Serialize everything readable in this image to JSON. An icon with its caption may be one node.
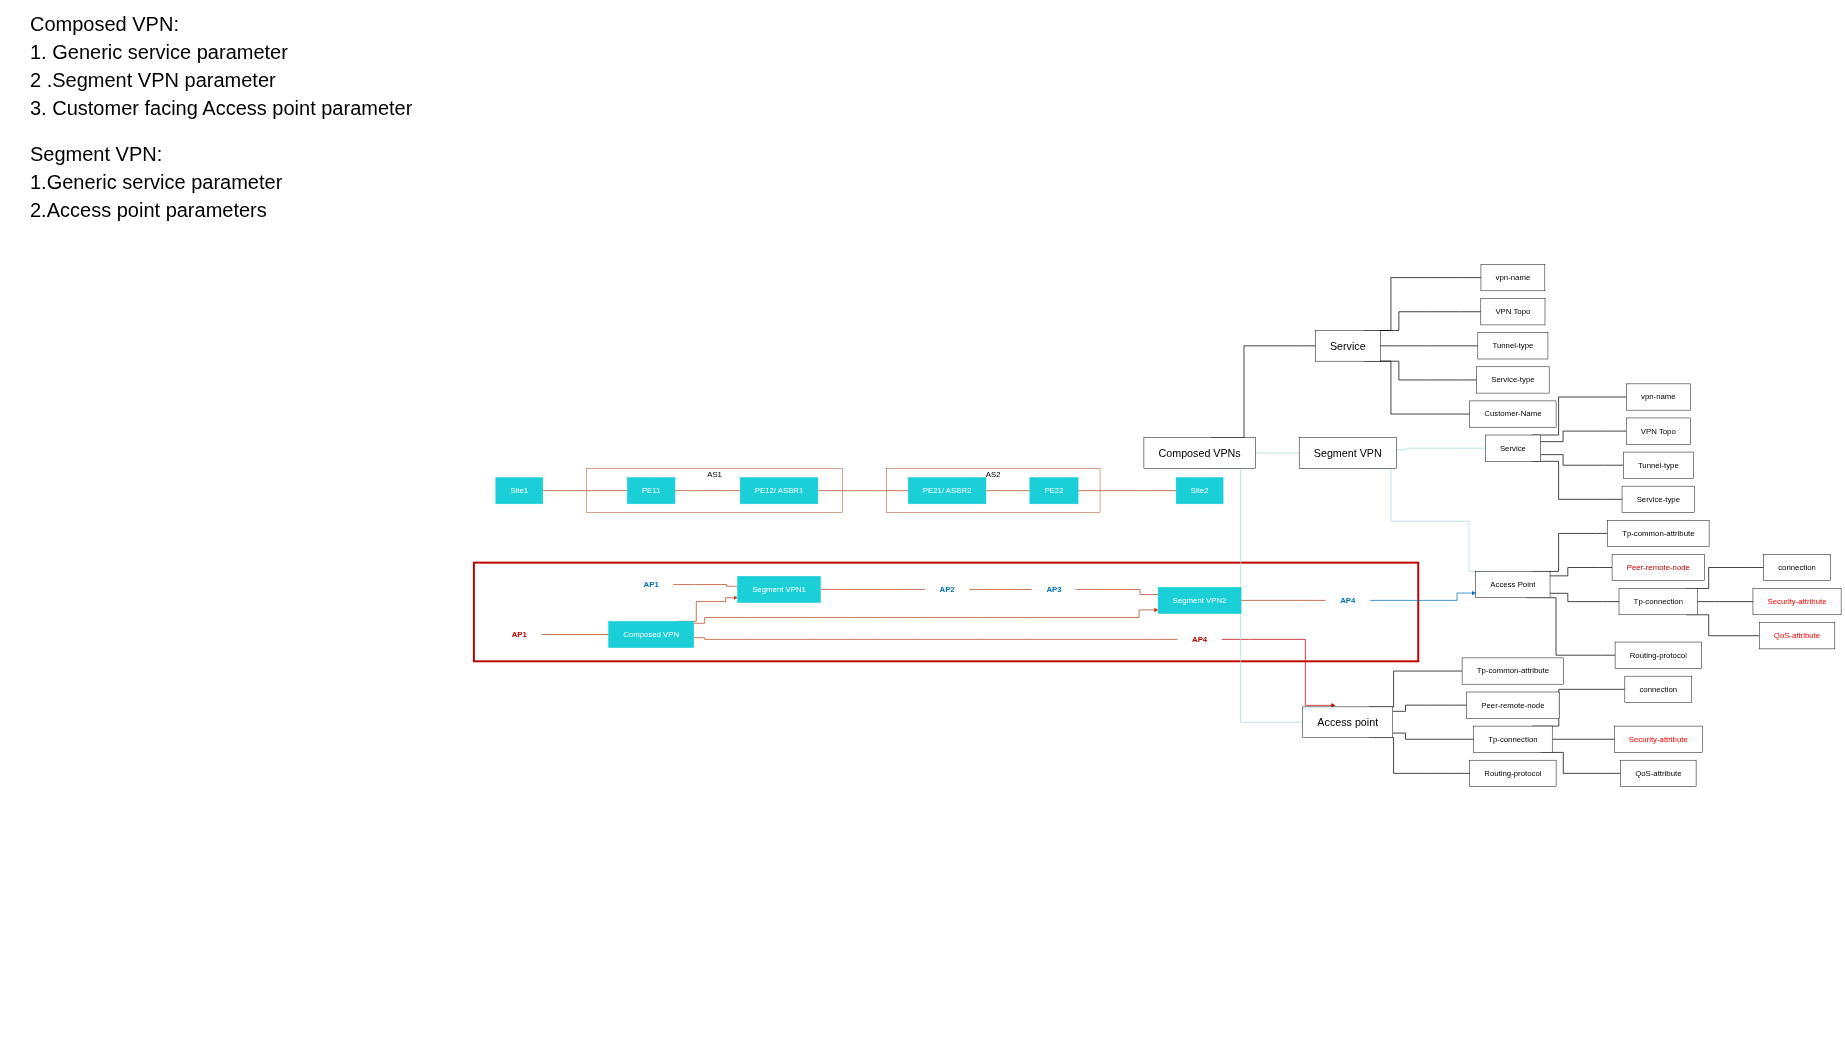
{
  "diagram": {
    "nodes": [
      {
        "text": [],
        "shape": "box"
      },
      {
        "text": [
          "AP1"
        ],
        "in": 0
      },
      {
        "text": [
          "Composed VPN"
        ],
        "in": 0
      },
      {
        "text": [
          "AP4"
        ],
        "in": 0
      },
      {
        "text": [
          "AP1"
        ],
        "in": 0
      },
      {
        "text": [
          "Segment VPN1"
        ],
        "in": 0
      },
      {
        "text": [
          "Segment VPN2"
        ],
        "in": 0
      },
      {
        "text": [
          "AP4"
        ],
        "in": 0
      },
      {
        "text": [
          "Site1"
        ]
      },
      {
        "text": [
          "AS1"
        ]
      },
      {
        "text": [
          "PE11"
        ],
        "in": 9
      },
      {
        "text": [
          "PE12/ ASBR1"
        ],
        "in": 9
      },
      {
        "text": [
          "AS2"
        ]
      },
      {
        "text": [
          "PE21/ ASBR2"
        ],
        "in": 12
      },
      {
        "text": [
          "PE22"
        ],
        "in": 12
      },
      {
        "text": [
          "Site2"
        ]
      },
      {
        "text": [
          "Composed VPNs"
        ]
      },
      {
        "text": [
          "Service"
        ]
      },
      {
        "text": [
          "vpn-name"
        ]
      },
      {
        "text": [
          "VPN Topo"
        ]
      },
      {
        "text": [
          "Tunnel-type"
        ]
      },
      {
        "text": [
          "Service-type"
        ]
      },
      {
        "text": [
          "Customer-Name"
        ]
      },
      {
        "text": [
          "Segment VPN"
        ]
      },
      {
        "text": [
          "Service"
        ]
      },
      {
        "text": [
          "vpn-name"
        ]
      },
      {
        "text": [
          "VPN Topo"
        ]
      },
      {
        "text": [
          "Tunnel-type"
        ]
      },
      {
        "text": [
          "Service-type"
        ]
      },
      {
        "text": [
          "Access Point"
        ]
      },
      {
        "text": [
          "Tp-common-attribute"
        ]
      },
      {
        "text": [
          "Peer-remote-node"
        ]
      },
      {
        "text": [
          "Tp-connection"
        ]
      },
      {
        "text": [
          "Routing-protocol"
        ]
      },
      {
        "text": [
          "connection"
        ]
      },
      {
        "text": [
          "Security-attribute"
        ]
      },
      {
        "text": [
          "QoS-attribute"
        ]
      },
      {
        "text": [
          "Access point"
        ]
      },
      {
        "text": [
          "Tp-common-attribute"
        ]
      },
      {
        "text": [
          "Peer-remote-node"
        ]
      },
      {
        "text": [
          "Tp-connection"
        ]
      },
      {
        "text": [
          "Routing-protocol"
        ]
      },
      {
        "text": [
          "connection"
        ]
      },
      {
        "text": [
          "Security-attribute"
        ]
      },
      {
        "text": [
          "QoS-attribute"
        ]
      },
      {
        "text": [
          "AP2"
        ],
        "in": 0
      },
      {
        "text": [
          "AP3"
        ],
        "in": 0
      }
    ],
    "edges": [
      {
        "from": 1,
        "to": 2,
        "arrow": "none",
        "color": "#b5441b"
      },
      {
        "from": 2,
        "to": 3,
        "arrow": "none",
        "color": "#b5441b"
      },
      {
        "from": 2,
        "to": 5,
        "arrow": "to",
        "color": "#b5441b"
      },
      {
        "from": 2,
        "to": 6,
        "arrow": "to",
        "color": "#b5441b"
      },
      {
        "from": 4,
        "to": 5,
        "arrow": "none",
        "color": "#b5441b"
      },
      {
        "from": 5,
        "to": 45,
        "arrow": "none",
        "color": "#b5441b"
      },
      {
        "from": 45,
        "to": 46,
        "arrow": "none",
        "color": "#b5441b"
      },
      {
        "from": 46,
        "to": 6,
        "arrow": "none",
        "color": "#b5441b"
      },
      {
        "from": 6,
        "to": 7,
        "arrow": "none",
        "color": "#b5441b"
      },
      {
        "from": 8,
        "to": 10,
        "arrow": "none",
        "color": "#b5441b"
      },
      {
        "from": 10,
        "to": 11,
        "arrow": "none",
        "color": "#b5441b"
      },
      {
        "from": 11,
        "to": 13,
        "arrow": "none",
        "color": "#b5441b"
      },
      {
        "from": 13,
        "to": 14,
        "arrow": "none",
        "color": "#b5441b"
      },
      {
        "from": 14,
        "to": 15,
        "arrow": "none",
        "color": "#b5441b"
      },
      {
        "from": 3,
        "to": 37,
        "arrow": "to",
        "color": "#c00000"
      },
      {
        "from": 7,
        "to": 29,
        "arrow": "to",
        "color": "#0070c0"
      },
      {
        "from": 16,
        "to": 17,
        "arrow": "none"
      },
      {
        "from": 16,
        "to": 23,
        "arrow": "none",
        "color": "#a9d8e0"
      },
      {
        "from": 16,
        "to": 37,
        "arrow": "none",
        "color": "#a9d8e0"
      },
      {
        "from": 17,
        "to": 18,
        "arrow": "none"
      },
      {
        "from": 17,
        "to": 19,
        "arrow": "none"
      },
      {
        "from": 17,
        "to": 20,
        "arrow": "none"
      },
      {
        "from": 17,
        "to": 21,
        "arrow": "none"
      },
      {
        "from": 17,
        "to": 22,
        "arrow": "none"
      },
      {
        "from": 23,
        "to": 24,
        "arrow": "none",
        "color": "#a9d8e0"
      },
      {
        "from": 23,
        "to": 29,
        "arrow": "none",
        "color": "#a9d8e0"
      },
      {
        "from": 24,
        "to": 25,
        "arrow": "none"
      },
      {
        "from": 24,
        "to": 26,
        "arrow": "none"
      },
      {
        "from": 24,
        "to": 27,
        "arrow": "none"
      },
      {
        "from": 24,
        "to": 28,
        "arrow": "none"
      },
      {
        "from": 29,
        "to": 30,
        "arrow": "none"
      },
      {
        "from": 29,
        "to": 31,
        "arrow": "none"
      },
      {
        "from": 29,
        "to": 32,
        "arrow": "none"
      },
      {
        "from": 29,
        "to": 33,
        "arrow": "none"
      },
      {
        "from": 32,
        "to": 34,
        "arrow": "none"
      },
      {
        "from": 32,
        "to": 35,
        "arrow": "none"
      },
      {
        "from": 32,
        "to": 36,
        "arrow": "none"
      },
      {
        "from": 37,
        "to": 38,
        "arrow": "none"
      },
      {
        "from": 37,
        "to": 39,
        "arrow": "none"
      },
      {
        "from": 37,
        "to": 40,
        "arrow": "none"
      },
      {
        "from": 37,
        "to": 41,
        "arrow": "none"
      },
      {
        "from": 40,
        "to": 42,
        "arrow": "none"
      },
      {
        "from": 40,
        "to": 43,
        "arrow": "none"
      },
      {
        "from": 40,
        "to": 44,
        "arrow": "none"
      }
    ],
    "labels": [
      "Composed VPN:",
      "1. Generic service parameter",
      "2 .Segment VPN parameter",
      "3. Customer facing Access point parameter",
      "Segment VPN:",
      "1.Generic service parameter",
      "2.Access point parameters"
    ]
  }
}
